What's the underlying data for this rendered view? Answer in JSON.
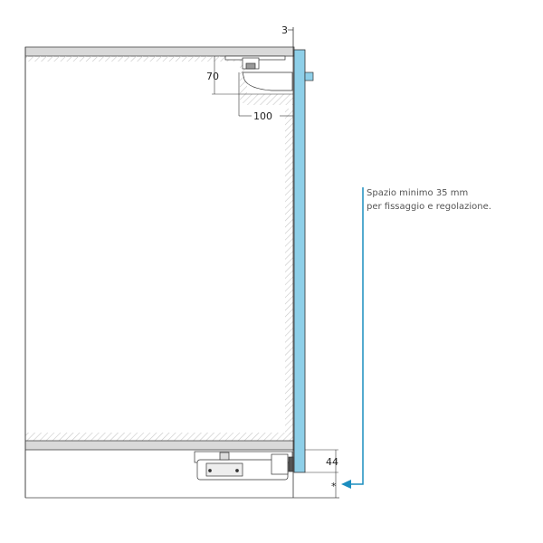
{
  "drawing": {
    "dimensions": {
      "gap_top": "3",
      "height_70": "70",
      "depth_100": "100",
      "bottom_44": "44",
      "asterisk": "*"
    },
    "note": {
      "line1": "Spazio minimo 35 mm",
      "line2": "per fissaggio e regolazione."
    },
    "colors": {
      "door": "#8ecfe8",
      "arrow": "#1b8dbf",
      "panel": "#d9d9d9",
      "hatch": "#c8c8c8"
    }
  }
}
